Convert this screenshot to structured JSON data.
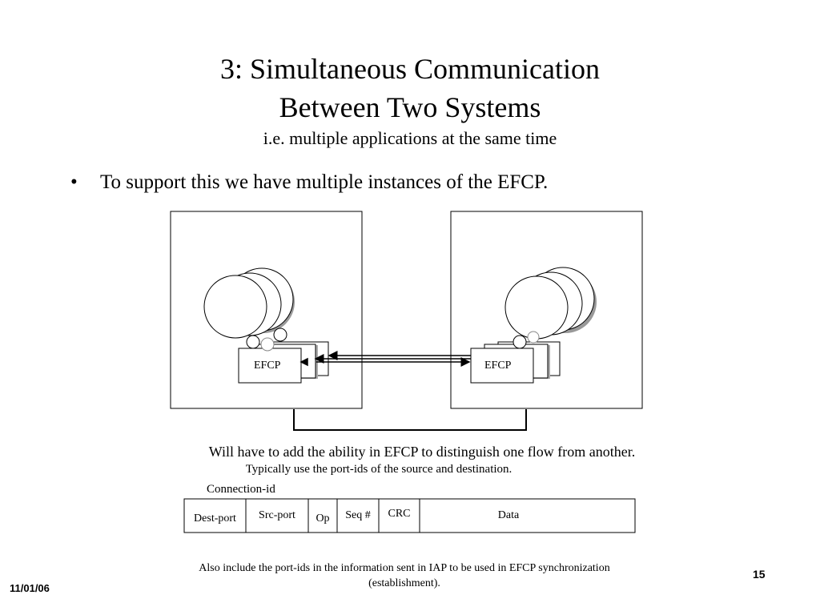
{
  "title": {
    "line1": "3: Simultaneous Communication",
    "line2": "Between Two Systems",
    "subtitle": "i.e. multiple applications at the same time"
  },
  "bullet": {
    "marker": "•",
    "text": "To support this we have multiple instances of the EFCP."
  },
  "diagram": {
    "left_label": "EFCP",
    "right_label": "EFCP"
  },
  "notes": {
    "line1": "Will have to add the ability in EFCP to distinguish one flow from another.",
    "line2": "Typically use the port-ids of the source and destination."
  },
  "packet": {
    "connection_label": "Connection-id",
    "fields": [
      "Dest-port",
      "Src-port",
      "Op",
      "Seq #",
      "CRC",
      "Data"
    ]
  },
  "footer": {
    "note": "Also include the port-ids in the information sent in IAP to be used in EFCP synchronization (establishment).",
    "date": "11/01/06",
    "page": "15"
  }
}
